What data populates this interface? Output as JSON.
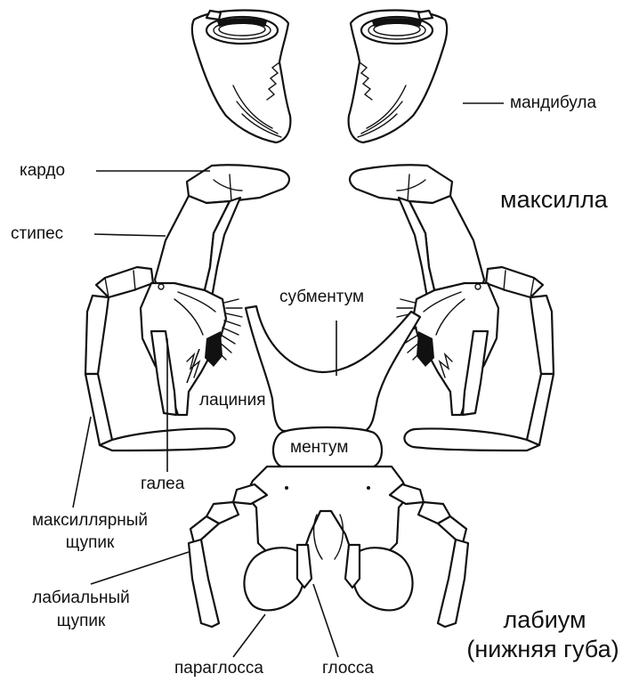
{
  "labels": {
    "mandibula": "мандибула",
    "kardo": "кардо",
    "maksilla": "максилла",
    "stipes": "стипес",
    "submentum": "субментум",
    "laciniya": "лациния",
    "mentum": "ментум",
    "galea": "галеа",
    "maxillary_palp_1": "максиллярный",
    "maxillary_palp_2": "щупик",
    "labial_palp_1": "лабиальный",
    "labial_palp_2": "щупик",
    "labium_1": "лабиум",
    "labium_2": "(нижняя губа)",
    "paraglossa": "параглосса",
    "glossa": "глосса"
  }
}
